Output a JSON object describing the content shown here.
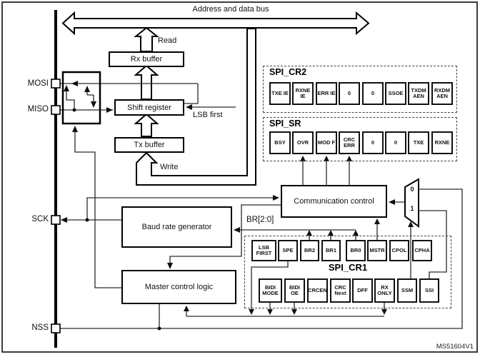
{
  "figure_code": "MS51604V1",
  "bus": {
    "label": "Address and data bus"
  },
  "annotations": {
    "read": "Read",
    "write": "Write",
    "lsb_first": "LSB first",
    "br_bits": "BR[2:0]"
  },
  "pins": {
    "mosi": "MOSI",
    "miso": "MISO",
    "sck": "SCK",
    "nss": "NSS"
  },
  "blocks": {
    "rx_buffer": "Rx buffer",
    "shift_register": "Shift register",
    "tx_buffer": "Tx buffer",
    "baud_rate_generator": "Baud rate generator",
    "master_control_logic": "Master control logic",
    "communication_control": "Communication control"
  },
  "mux": {
    "in0": "0",
    "in1": "1"
  },
  "registers": {
    "cr2": {
      "name": "SPI_CR2",
      "bits": [
        "TXE IE",
        "RXNE IE",
        "ERR IE",
        "0",
        "0",
        "SSOE",
        "TXDM AEN",
        "RXDM AEN"
      ]
    },
    "sr": {
      "name": "SPI_SR",
      "bits": [
        "BSY",
        "OVR",
        "MOD F",
        "CRC ERR",
        "0",
        "0",
        "TXE",
        "RXNE"
      ]
    },
    "cr1": {
      "name": "SPI_CR1",
      "bits_high": [
        "LSB FIRST",
        "SPE",
        "BR2",
        "BR1",
        "BR0",
        "MSTR",
        "CPOL",
        "CPHA"
      ],
      "bits_low": [
        "BIDI MODE",
        "BIDI OE",
        "CRCEN",
        "CRC Next",
        "DFF",
        "RX ONLY",
        "SSM",
        "SSI"
      ]
    }
  }
}
